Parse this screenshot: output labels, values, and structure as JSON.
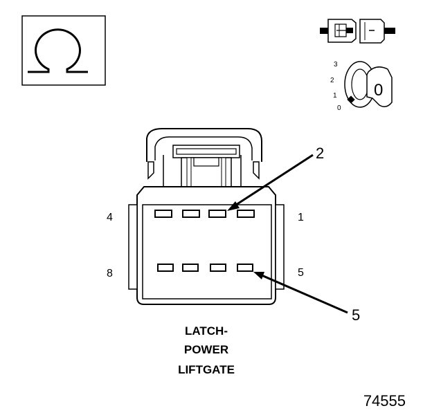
{
  "pin_labels": {
    "top_left": "4",
    "top_right": "1",
    "bottom_left": "8",
    "bottom_right": "5"
  },
  "callouts": {
    "upper": "2",
    "lower": "5"
  },
  "ignition_key": {
    "positions": [
      "3",
      "2",
      "1",
      "0"
    ],
    "key_letter": "0"
  },
  "caption": {
    "line1": "LATCH-",
    "line2": "POWER",
    "line3": "LIFTGATE"
  },
  "figure_number": "74555"
}
